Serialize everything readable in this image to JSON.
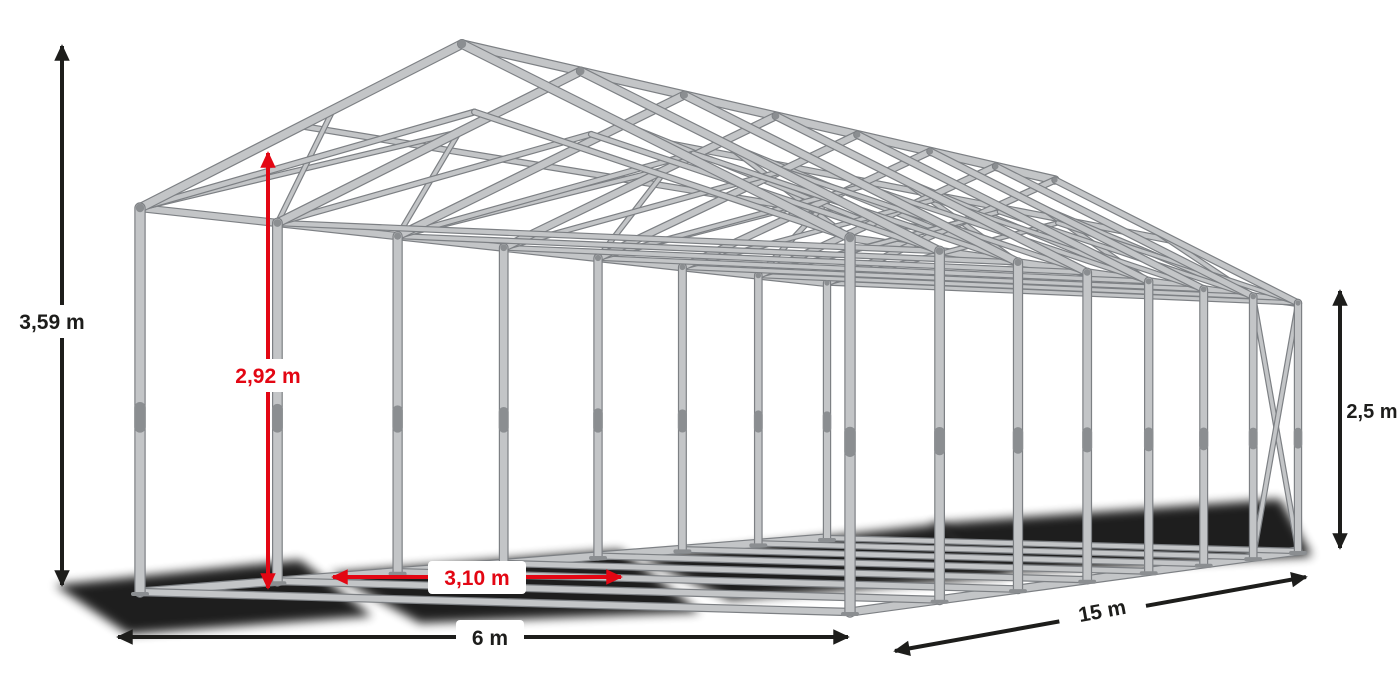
{
  "diagram": {
    "subject": "tent-frame-dimensional-diagram",
    "dimensions": {
      "total_height": "3,59 m",
      "entrance_height": "2,92 m",
      "entrance_width": "3,10 m",
      "side_height": "2,5 m",
      "width": "6 m",
      "length": "15 m"
    },
    "colors": {
      "dimension_primary": "#1d1d1b",
      "dimension_accent": "#e30613",
      "label_bg": "#ffffff",
      "frame_tube": "#c3c5c7",
      "frame_outline": "#7d8084",
      "frame_joint": "#8b8e91",
      "shadow": "#060606"
    }
  }
}
